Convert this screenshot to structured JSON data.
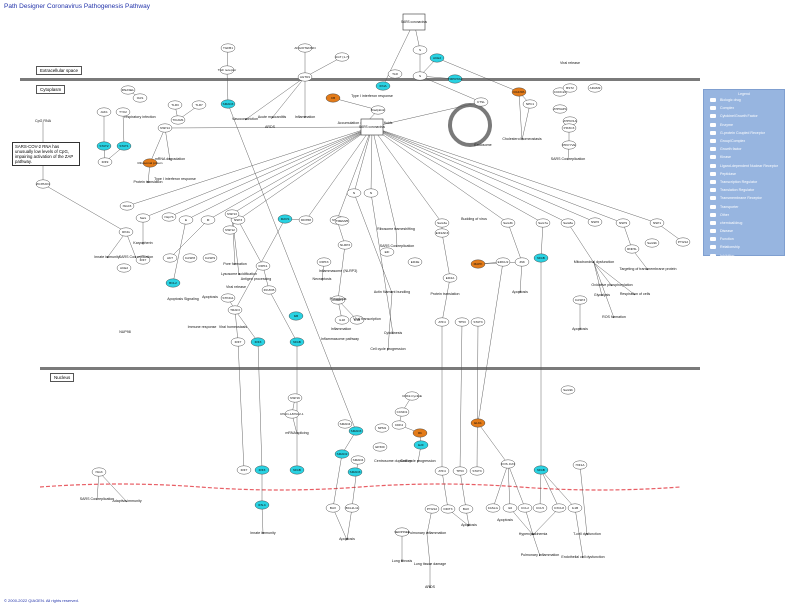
{
  "title": "Path Designer Coronavirus Pathogenesis Pathway",
  "copyright": "© 2000-2022 QIAGEN. All rights reserved.",
  "regions": {
    "extracellular": "Extracellular space",
    "cytoplasm": "Cytoplasm",
    "nucleus": "Nucleus"
  },
  "note": "SARS-COV-2 RNA has unusually low levels of CpG, impairing activation of the ZAP pathway.",
  "colors": {
    "membrane": "#7a7a7a",
    "cyan": "#29d2e2",
    "orange": "#e37b19",
    "legend": "#97b5e0"
  },
  "legend": {
    "title": "Legend",
    "items": [
      "Biologic drug",
      "Complex",
      "Cytokine/Growth Factor",
      "Enzyme",
      "G-protein Coupled Receptor",
      "Group/Complex",
      "Growth factor",
      "Kinase",
      "Ligand-dependent Nuclear Receptor",
      "Peptidase",
      "Transcription Regulator",
      "Translation Regulator",
      "Transmembrane Receptor",
      "Transporter",
      "Other",
      "chemical/drug",
      "Disease",
      "Function",
      "Relationship",
      "Inhibition"
    ]
  },
  "nodes": [
    {
      "id": "sars_top",
      "label": "SARS coronavirus",
      "shape": "box"
    },
    {
      "id": "ace2_s",
      "label": "ACE2",
      "shape": "cyan"
    },
    {
      "id": "tmprss2",
      "label": "TMPRSS2",
      "shape": "cyan"
    },
    {
      "id": "S1",
      "label": "S",
      "shape": "oval"
    },
    {
      "id": "S2",
      "label": "S",
      "shape": "oval"
    },
    {
      "id": "ifna",
      "label": "IFNA",
      "shape": "cyan"
    },
    {
      "id": "tlr_top",
      "label": "TLR",
      "shape": "oval"
    },
    {
      "id": "tgfb1",
      "label": "TGFB1",
      "shape": "oval"
    },
    {
      "id": "tgfb_rec",
      "label": "TGF receptor",
      "shape": "oval"
    },
    {
      "id": "angio",
      "label": "ANGIOTENSIN",
      "shape": "oval"
    },
    {
      "id": "agt",
      "label": "AGT (1-7)",
      "shape": "oval"
    },
    {
      "id": "agtr1",
      "label": "AGTR1",
      "shape": "oval"
    },
    {
      "id": "jak1",
      "label": "JAK1",
      "shape": "oval"
    },
    {
      "id": "tyk2",
      "label": "TYK2",
      "shape": "oval"
    },
    {
      "id": "oas",
      "label": "OAS",
      "shape": "oval"
    },
    {
      "id": "rnasel",
      "label": "RNASEL",
      "shape": "oval"
    },
    {
      "id": "resp",
      "label": "respiratory infection",
      "shape": "text"
    },
    {
      "id": "tlr3",
      "label": "TLR3",
      "shape": "oval"
    },
    {
      "id": "tlr7",
      "label": "TLR7",
      "shape": "oval"
    },
    {
      "id": "ticam1",
      "label": "TICAM1",
      "shape": "oval"
    },
    {
      "id": "smad3",
      "label": "SMAD3",
      "shape": "cyan"
    },
    {
      "id": "vaso",
      "label": "Vasoconstriction",
      "shape": "text"
    },
    {
      "id": "acute",
      "label": "Acute myocarditis",
      "shape": "text"
    },
    {
      "id": "ards1",
      "label": "ARDS",
      "shape": "text"
    },
    {
      "id": "inflam1",
      "label": "Inflammation",
      "shape": "text"
    },
    {
      "id": "cb",
      "label": "CB",
      "shape": "orange"
    },
    {
      "id": "brady",
      "label": "Bradykinin",
      "shape": "oval"
    },
    {
      "id": "type1",
      "label": "Type I interferon response",
      "shape": "text"
    },
    {
      "id": "accum",
      "label": "Accumulation of lung edema fluids",
      "shape": "text"
    },
    {
      "id": "ctsl",
      "label": "CTSL",
      "shape": "oval"
    },
    {
      "id": "endo",
      "label": "Endosome",
      "shape": "text"
    },
    {
      "id": "raf",
      "label": "RAF/PA",
      "shape": "orange"
    },
    {
      "id": "npc1",
      "label": "NPC1",
      "shape": "oval"
    },
    {
      "id": "cdc",
      "label": "CCDC22",
      "shape": "oval"
    },
    {
      "id": "bst2",
      "label": "BST2",
      "shape": "oval"
    },
    {
      "id": "adam9",
      "label": "ADAM9",
      "shape": "oval"
    },
    {
      "id": "viral_rel",
      "label": "Viral release",
      "shape": "text"
    },
    {
      "id": "atp6",
      "label": "ATP6AP1",
      "shape": "oval"
    },
    {
      "id": "atp6v1a",
      "label": "ATP6V1A",
      "shape": "oval"
    },
    {
      "id": "chol",
      "label": "Cholesterol homeostasis",
      "shape": "text"
    },
    {
      "id": "pik",
      "label": "PIK3C3",
      "shape": "oval"
    },
    {
      "id": "pikfyve",
      "label": "PIKFYVE",
      "shape": "oval"
    },
    {
      "id": "sars_cov_rep1",
      "label": "SARS Cov replication",
      "shape": "text"
    },
    {
      "id": "cpg",
      "label": "CpG RNA",
      "shape": "text"
    },
    {
      "id": "zc3hav1",
      "label": "ZC3HAV1",
      "shape": "oval"
    },
    {
      "id": "stat2",
      "label": "STAT2",
      "shape": "cyan"
    },
    {
      "id": "stat1",
      "label": "STAT1",
      "shape": "cyan"
    },
    {
      "id": "irf9",
      "label": "IRF9",
      "shape": "oval"
    },
    {
      "id": "rib",
      "label": "Ribosomal protein",
      "shape": "orange"
    },
    {
      "id": "mrna_deg",
      "label": "mRNA degradation",
      "shape": "text"
    },
    {
      "id": "type1b",
      "label": "Type I interferon response",
      "shape": "text"
    },
    {
      "id": "prot_tr",
      "label": "Protein translation",
      "shape": "text"
    },
    {
      "id": "nsp14",
      "label": "NSP14",
      "shape": "oval"
    },
    {
      "id": "sars_mid",
      "label": "SARS coronavirus",
      "shape": "box"
    },
    {
      "id": "isg15",
      "label": "ISG15",
      "shape": "oval"
    },
    {
      "id": "sarsnsp",
      "label": "Sars",
      "shape": "oval"
    },
    {
      "id": "nsp7b",
      "label": "Nsp7b",
      "shape": "oval"
    },
    {
      "id": "nsp3",
      "label": "NSP3",
      "shape": "oval"
    },
    {
      "id": "nsp13",
      "label": "NSP13",
      "shape": "oval"
    },
    {
      "id": "nsp12",
      "label": "NSP12",
      "shape": "oval"
    },
    {
      "id": "e1",
      "label": "E",
      "shape": "oval"
    },
    {
      "id": "m1",
      "label": "M",
      "shape": "oval"
    },
    {
      "id": "n1",
      "label": "N",
      "shape": "oval"
    },
    {
      "id": "n2",
      "label": "N",
      "shape": "oval"
    },
    {
      "id": "nsp15",
      "label": "NSP15",
      "shape": "oval"
    },
    {
      "id": "ddx58",
      "label": "DDX58",
      "shape": "oval"
    },
    {
      "id": "tmem",
      "label": "TMEM25",
      "shape": "oval"
    },
    {
      "id": "mavs",
      "label": "MAVS",
      "shape": "cyan"
    },
    {
      "id": "karyo",
      "label": "Karyopherin",
      "shape": "text"
    },
    {
      "id": "irf7a",
      "label": "IRF7",
      "shape": "oval"
    },
    {
      "id": "ace2_b",
      "label": "ACE2",
      "shape": "oval"
    },
    {
      "id": "innate1",
      "label": "Innate immunity",
      "shape": "text"
    },
    {
      "id": "sarsrep2",
      "label": "SARS Cov replication",
      "shape": "text"
    },
    {
      "id": "ring",
      "label": "RING",
      "shape": "oval"
    },
    {
      "id": "bcl2",
      "label": "BCL2",
      "shape": "cyan"
    },
    {
      "id": "casp8",
      "label": "CASP8",
      "shape": "oval"
    },
    {
      "id": "casp9",
      "label": "CASP9",
      "shape": "oval"
    },
    {
      "id": "akt",
      "label": "AKT",
      "shape": "oval"
    },
    {
      "id": "pore",
      "label": "Pore formation",
      "shape": "text"
    },
    {
      "id": "lyso",
      "label": "Lysosome acidification",
      "shape": "text"
    },
    {
      "id": "antigen",
      "label": "Antigen processing",
      "shape": "text"
    },
    {
      "id": "viral_rel2",
      "label": "Viral release",
      "shape": "text"
    },
    {
      "id": "ripk1",
      "label": "RIPK1",
      "shape": "oval"
    },
    {
      "id": "ikkb",
      "label": "IKK/IKB",
      "shape": "oval"
    },
    {
      "id": "sting1",
      "label": "STING1",
      "shape": "oval"
    },
    {
      "id": "traf3",
      "label": "TRAF3",
      "shape": "oval"
    },
    {
      "id": "apop_sig",
      "label": "Apoptosis Signaling",
      "shape": "text"
    },
    {
      "id": "apop1",
      "label": "Apoptosis",
      "shape": "text"
    },
    {
      "id": "immune",
      "label": "Immune response",
      "shape": "text"
    },
    {
      "id": "viral_home",
      "label": "Viral homeostasis",
      "shape": "text"
    },
    {
      "id": "irf7b",
      "label": "IRF7",
      "shape": "oval"
    },
    {
      "id": "irf3a",
      "label": "IRF3",
      "shape": "cyan"
    },
    {
      "id": "nfkb1",
      "label": "NFkB",
      "shape": "cyan"
    },
    {
      "id": "ikb",
      "label": "IkB",
      "shape": "cyan"
    },
    {
      "id": "nup98",
      "label": "NUP98",
      "shape": "text"
    },
    {
      "id": "infl_mod",
      "label": "Inflammasome (NLRP3)",
      "shape": "text"
    },
    {
      "id": "nlrp3",
      "label": "NLRP3",
      "shape": "oval"
    },
    {
      "id": "casp1",
      "label": "CASP1",
      "shape": "oval"
    },
    {
      "id": "il18",
      "label": "IL18",
      "shape": "oval"
    },
    {
      "id": "il1b",
      "label": "IL1B",
      "shape": "oval"
    },
    {
      "id": "ripk3",
      "label": "RIPK3",
      "shape": "oval"
    },
    {
      "id": "necro",
      "label": "Necroptosis",
      "shape": "text"
    },
    {
      "id": "pyro",
      "label": "Pyroptosis",
      "shape": "text"
    },
    {
      "id": "inflam2",
      "label": "Inflammation",
      "shape": "text"
    },
    {
      "id": "viral_trans",
      "label": "Viral transcription",
      "shape": "text"
    },
    {
      "id": "inflpath",
      "label": "Inflammasome pathway",
      "shape": "text"
    },
    {
      "id": "cellcycle",
      "label": "Cell cycle progression",
      "shape": "text"
    },
    {
      "id": "cyto",
      "label": "Cytokinesis",
      "shape": "text"
    },
    {
      "id": "actin",
      "label": "Actin filament bundling",
      "shape": "text"
    },
    {
      "id": "ribo_frame",
      "label": "Ribosome frameshifting",
      "shape": "text"
    },
    {
      "id": "sarscov3",
      "label": "SARS Cov replication",
      "shape": "text"
    },
    {
      "id": "eif",
      "label": "EIF",
      "shape": "oval"
    },
    {
      "id": "eif4e",
      "label": "EIF4E",
      "shape": "oval"
    },
    {
      "id": "eif2ak3",
      "label": "EIF2AK3",
      "shape": "oval"
    },
    {
      "id": "eif2a",
      "label": "EIF2A",
      "shape": "oval"
    },
    {
      "id": "prot_tr2",
      "label": "Protein translation",
      "shape": "text"
    },
    {
      "id": "atf4",
      "label": "ATF4",
      "shape": "oval"
    },
    {
      "id": "tp53",
      "label": "TP53",
      "shape": "oval"
    },
    {
      "id": "stat3",
      "label": "STAT3",
      "shape": "oval"
    },
    {
      "id": "sars3a",
      "label": "Sars3a",
      "shape": "oval"
    },
    {
      "id": "budding",
      "label": "Budding of virus",
      "shape": "text"
    },
    {
      "id": "mapk",
      "label": "MAPK",
      "shape": "orange"
    },
    {
      "id": "erk",
      "label": "ERK1/2",
      "shape": "oval"
    },
    {
      "id": "jnk",
      "label": "JNK",
      "shape": "oval"
    },
    {
      "id": "sars3b",
      "label": "Sars3b",
      "shape": "oval"
    },
    {
      "id": "sars7a",
      "label": "Sars7a",
      "shape": "oval"
    },
    {
      "id": "nfkb2",
      "label": "NFkB",
      "shape": "cyan"
    },
    {
      "id": "apop2",
      "label": "Apoptosis",
      "shape": "text"
    },
    {
      "id": "sars8a",
      "label": "Sars8a",
      "shape": "oval"
    },
    {
      "id": "nsp6",
      "label": "NSP6",
      "shape": "oval"
    },
    {
      "id": "nsp9",
      "label": "NSP9",
      "shape": "oval"
    },
    {
      "id": "nsp1",
      "label": "NSP1",
      "shape": "oval"
    },
    {
      "id": "sars9b",
      "label": "Sars9b",
      "shape": "oval"
    },
    {
      "id": "mito",
      "label": "Mitochondrial dysfunction",
      "shape": "text"
    },
    {
      "id": "oxid",
      "label": "Oxidative phosphorylation",
      "shape": "text"
    },
    {
      "id": "glyco",
      "label": "Glycolysis",
      "shape": "text"
    },
    {
      "id": "resp_cells",
      "label": "Respiration of cells",
      "shape": "text"
    },
    {
      "id": "ros",
      "label": "ROS formation",
      "shape": "text"
    },
    {
      "id": "casp3",
      "label": "CASP3",
      "shape": "oval"
    },
    {
      "id": "apop3",
      "label": "Apoptosis",
      "shape": "text"
    },
    {
      "id": "rnf",
      "label": "RNF5L",
      "shape": "oval"
    },
    {
      "id": "target",
      "label": "Targeting of transmembrane protein",
      "shape": "text"
    },
    {
      "id": "ptgs2",
      "label": "PTGS2",
      "shape": "oval"
    },
    {
      "id": "sars9b2",
      "label": "Sars9b",
      "shape": "oval"
    },
    {
      "id": "nsp16",
      "label": "NSP16",
      "shape": "oval"
    },
    {
      "id": "rnu",
      "label": "RNU1-1/RNU2-1",
      "shape": "oval"
    },
    {
      "id": "mrna_spl",
      "label": "mRNA splicing",
      "shape": "text"
    },
    {
      "id": "smad4a",
      "label": "SMAD4",
      "shape": "oval"
    },
    {
      "id": "smad3b",
      "label": "SMAD3",
      "shape": "cyan"
    },
    {
      "id": "smad2",
      "label": "SMAD2",
      "shape": "cyan"
    },
    {
      "id": "smad4b",
      "label": "SMAD4",
      "shape": "oval"
    },
    {
      "id": "smad3c",
      "label": "SMAD3",
      "shape": "cyan"
    },
    {
      "id": "ep300",
      "label": "EP300",
      "shape": "oval"
    },
    {
      "id": "npm1",
      "label": "NPM1",
      "shape": "oval"
    },
    {
      "id": "cdk2",
      "label": "CDK2-CyclinE",
      "shape": "oval"
    },
    {
      "id": "ccnd1",
      "label": "CCND1",
      "shape": "oval"
    },
    {
      "id": "cdk4",
      "label": "CDK4",
      "shape": "oval"
    },
    {
      "id": "centro",
      "label": "Centrosome duplication",
      "shape": "text"
    },
    {
      "id": "rb",
      "label": "Rb",
      "shape": "orange"
    },
    {
      "id": "e2f",
      "label": "E2F",
      "shape": "cyan"
    },
    {
      "id": "cellcycle2",
      "label": "Cell cycle progression",
      "shape": "text"
    },
    {
      "id": "irf7c",
      "label": "IRF7",
      "shape": "oval"
    },
    {
      "id": "irf3b",
      "label": "IRF3",
      "shape": "cyan"
    },
    {
      "id": "nfkb3",
      "label": "NFkB",
      "shape": "cyan"
    },
    {
      "id": "isg3",
      "label": "ISG3",
      "shape": "oval"
    },
    {
      "id": "sarsrep4",
      "label": "SARS Cov replication",
      "shape": "text"
    },
    {
      "id": "adaptive",
      "label": "Adaptive immunity",
      "shape": "text"
    },
    {
      "id": "ifn_ifnb",
      "label": "IFN-b",
      "shape": "cyan"
    },
    {
      "id": "innate2",
      "label": "Innate immunity",
      "shape": "text"
    },
    {
      "id": "bax1",
      "label": "BAX",
      "shape": "oval"
    },
    {
      "id": "bcl2l11",
      "label": "BCL2L11",
      "shape": "oval"
    },
    {
      "id": "apop4",
      "label": "Apoptosis",
      "shape": "text"
    },
    {
      "id": "serpine1",
      "label": "SERPINE1",
      "shape": "oval"
    },
    {
      "id": "lungf",
      "label": "Lung fibrosis",
      "shape": "text"
    },
    {
      "id": "atf4b",
      "label": "ATF4",
      "shape": "oval"
    },
    {
      "id": "tp53b",
      "label": "TP53",
      "shape": "oval"
    },
    {
      "id": "stat3b",
      "label": "STAT3",
      "shape": "oval"
    },
    {
      "id": "ddit3",
      "label": "DDIT3",
      "shape": "oval"
    },
    {
      "id": "bax2",
      "label": "BAX",
      "shape": "oval"
    },
    {
      "id": "apop5",
      "label": "Apoptosis",
      "shape": "text"
    },
    {
      "id": "ptgs2b",
      "label": "PTGS2",
      "shape": "oval"
    },
    {
      "id": "pulm1",
      "label": "Pulmonary inflammation",
      "shape": "text"
    },
    {
      "id": "lungdam",
      "label": "Lung tissue damage",
      "shape": "text"
    },
    {
      "id": "ards2",
      "label": "ARDS",
      "shape": "text"
    },
    {
      "id": "elk1",
      "label": "ELK1",
      "shape": "orange"
    },
    {
      "id": "fos",
      "label": "FOS JUN",
      "shape": "oval"
    },
    {
      "id": "nfkb4",
      "label": "NFkB",
      "shape": "cyan"
    },
    {
      "id": "fas",
      "label": "FASLG",
      "shape": "oval"
    },
    {
      "id": "il6",
      "label": "IL6",
      "shape": "oval"
    },
    {
      "id": "ccl2",
      "label": "CCL2",
      "shape": "oval"
    },
    {
      "id": "ccl5",
      "label": "CCL5",
      "shape": "oval"
    },
    {
      "id": "cxcl8",
      "label": "CXCL8",
      "shape": "oval"
    },
    {
      "id": "il1b2",
      "label": "IL1B",
      "shape": "oval"
    },
    {
      "id": "apop6",
      "label": "Apoptosis",
      "shape": "text"
    },
    {
      "id": "hyper",
      "label": "Hypercytokinemia",
      "shape": "text"
    },
    {
      "id": "pulm2",
      "label": "Pulmonary inflammation",
      "shape": "text"
    },
    {
      "id": "hif1a",
      "label": "HIF1A",
      "shape": "oval"
    },
    {
      "id": "tcell",
      "label": "T-cell dysfunction",
      "shape": "text"
    },
    {
      "id": "endoth",
      "label": "Endothelial cell dysfunction",
      "shape": "text"
    }
  ]
}
